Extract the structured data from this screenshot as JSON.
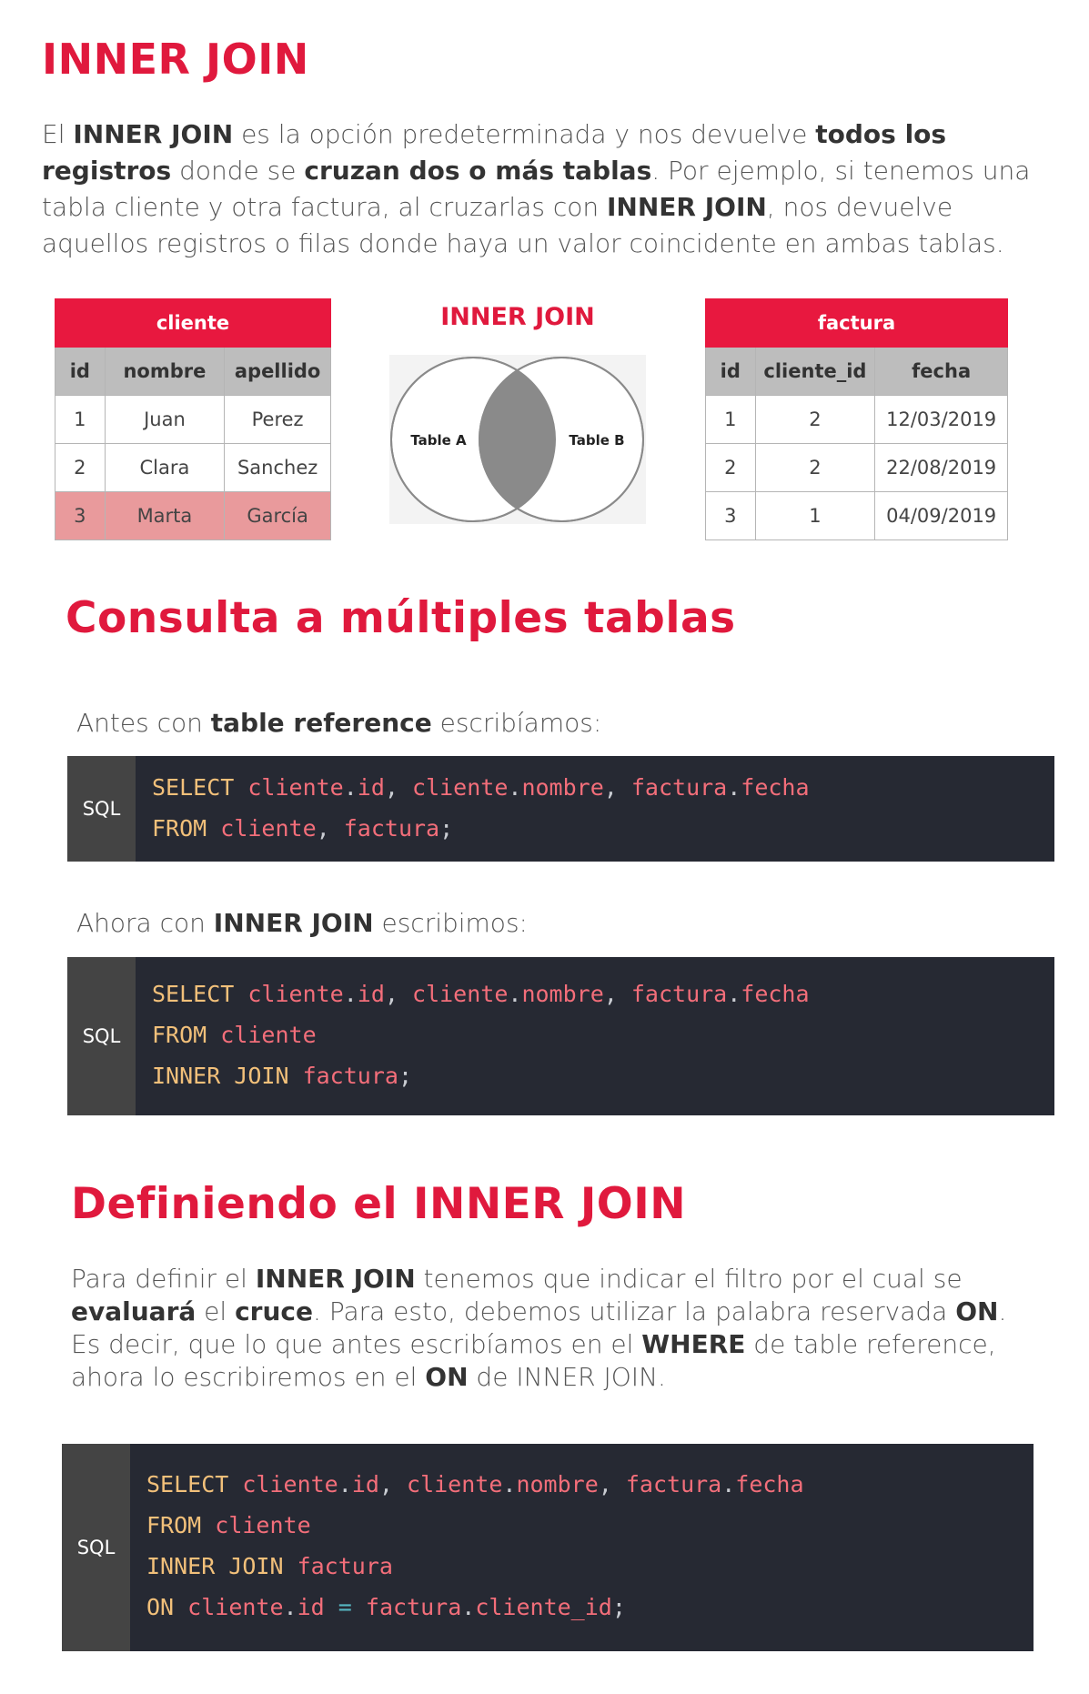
{
  "section1": {
    "title": "INNER JOIN",
    "paragraph": [
      {
        "t": "El ",
        "b": false
      },
      {
        "t": "INNER JOIN",
        "b": true
      },
      {
        "t": " es la opción predeterminada y nos devuelve ",
        "b": false
      },
      {
        "t": "todos los registros",
        "b": true
      },
      {
        "t": " donde se ",
        "b": false
      },
      {
        "t": "cruzan dos o más tablas",
        "b": true
      },
      {
        "t": ". Por ejemplo, si tenemos una tabla cliente y otra factura, al cruzarlas con ",
        "b": false
      },
      {
        "t": "INNER JOIN",
        "b": true
      },
      {
        "t": ", nos devuelve aquellos registros o filas donde haya un valor coincidente en ambas tablas.",
        "b": false
      }
    ]
  },
  "cliente_table": {
    "caption": "cliente",
    "headers": [
      "id",
      "nombre",
      "apellido"
    ],
    "rows": [
      [
        "1",
        "Juan",
        "Perez"
      ],
      [
        "2",
        "Clara",
        "Sanchez"
      ],
      [
        "3",
        "Marta",
        "García"
      ]
    ],
    "highlight_row": 2,
    "highlight_color": "#e99a9c"
  },
  "venn": {
    "title": "INNER JOIN",
    "left_label": "Table A",
    "right_label": "Table B",
    "intersection_color": "#8a8a8a"
  },
  "factura_table": {
    "caption": "factura",
    "headers": [
      "id",
      "cliente_id",
      "fecha"
    ],
    "rows": [
      [
        "1",
        "2",
        "12/03/2019"
      ],
      [
        "2",
        "2",
        "22/08/2019"
      ],
      [
        "3",
        "1",
        "04/09/2019"
      ]
    ]
  },
  "section2": {
    "title": "Consulta a múltiples tablas",
    "intro1": [
      {
        "t": "Antes con ",
        "b": false
      },
      {
        "t": "table reference",
        "b": true
      },
      {
        "t": " escribíamos:",
        "b": false
      }
    ],
    "intro2": [
      {
        "t": "Ahora con ",
        "b": false
      },
      {
        "t": "INNER JOIN",
        "b": true
      },
      {
        "t": " escribimos:",
        "b": false
      }
    ]
  },
  "code1": {
    "lang": "SQL",
    "lines": [
      [
        [
          "kw",
          "SELECT"
        ],
        [
          "pn",
          " "
        ],
        [
          "id",
          "cliente"
        ],
        [
          "pn",
          "."
        ],
        [
          "id",
          "id"
        ],
        [
          "pn",
          ", "
        ],
        [
          "id",
          "cliente"
        ],
        [
          "pn",
          "."
        ],
        [
          "id",
          "nombre"
        ],
        [
          "pn",
          ", "
        ],
        [
          "id",
          "factura"
        ],
        [
          "pn",
          "."
        ],
        [
          "id",
          "fecha"
        ]
      ],
      [
        [
          "kw",
          "FROM"
        ],
        [
          "pn",
          " "
        ],
        [
          "id",
          "cliente"
        ],
        [
          "pn",
          ", "
        ],
        [
          "id",
          "factura"
        ],
        [
          "pn",
          ";"
        ]
      ]
    ]
  },
  "code2": {
    "lang": "SQL",
    "lines": [
      [
        [
          "kw",
          "SELECT"
        ],
        [
          "pn",
          " "
        ],
        [
          "id",
          "cliente"
        ],
        [
          "pn",
          "."
        ],
        [
          "id",
          "id"
        ],
        [
          "pn",
          ", "
        ],
        [
          "id",
          "cliente"
        ],
        [
          "pn",
          "."
        ],
        [
          "id",
          "nombre"
        ],
        [
          "pn",
          ", "
        ],
        [
          "id",
          "factura"
        ],
        [
          "pn",
          "."
        ],
        [
          "id",
          "fecha"
        ]
      ],
      [
        [
          "kw",
          "FROM"
        ],
        [
          "pn",
          " "
        ],
        [
          "id",
          "cliente"
        ]
      ],
      [
        [
          "kw",
          "INNER JOIN"
        ],
        [
          "pn",
          " "
        ],
        [
          "id",
          "factura"
        ],
        [
          "pn",
          ";"
        ]
      ]
    ]
  },
  "section3": {
    "title": "Definiendo el INNER JOIN",
    "paragraph": [
      {
        "t": "Para definir el ",
        "b": false
      },
      {
        "t": "INNER JOIN",
        "b": true
      },
      {
        "t": " tenemos que indicar el filtro por el cual se ",
        "b": false
      },
      {
        "t": "evaluará",
        "b": true
      },
      {
        "t": " el ",
        "b": false
      },
      {
        "t": "cruce",
        "b": true
      },
      {
        "t": ". Para esto, debemos utilizar la palabra reservada ",
        "b": false
      },
      {
        "t": "ON",
        "b": true
      },
      {
        "t": ". Es decir, que lo que antes escribíamos en el ",
        "b": false
      },
      {
        "t": "WHERE",
        "b": true
      },
      {
        "t": " de table reference, ahora lo escribiremos en el ",
        "b": false
      },
      {
        "t": "ON",
        "b": true
      },
      {
        "t": " de INNER JOIN.",
        "b": false
      }
    ]
  },
  "code3": {
    "lang": "SQL",
    "lines": [
      [
        [
          "kw",
          "SELECT"
        ],
        [
          "pn",
          " "
        ],
        [
          "id",
          "cliente"
        ],
        [
          "pn",
          "."
        ],
        [
          "id",
          "id"
        ],
        [
          "pn",
          ", "
        ],
        [
          "id",
          "cliente"
        ],
        [
          "pn",
          "."
        ],
        [
          "id",
          "nombre"
        ],
        [
          "pn",
          ", "
        ],
        [
          "id",
          "factura"
        ],
        [
          "pn",
          "."
        ],
        [
          "id",
          "fecha"
        ]
      ],
      [
        [
          "kw",
          "FROM"
        ],
        [
          "pn",
          " "
        ],
        [
          "id",
          "cliente"
        ]
      ],
      [
        [
          "kw",
          "INNER JOIN"
        ],
        [
          "pn",
          " "
        ],
        [
          "id",
          "factura"
        ]
      ],
      [
        [
          "kw",
          "ON"
        ],
        [
          "pn",
          " "
        ],
        [
          "id",
          "cliente"
        ],
        [
          "pn",
          "."
        ],
        [
          "id",
          "id"
        ],
        [
          "pn",
          " "
        ],
        [
          "op",
          "="
        ],
        [
          "pn",
          " "
        ],
        [
          "id",
          "factura"
        ],
        [
          "pn",
          "."
        ],
        [
          "id",
          "cliente_id"
        ],
        [
          "pn",
          ";"
        ]
      ]
    ]
  }
}
